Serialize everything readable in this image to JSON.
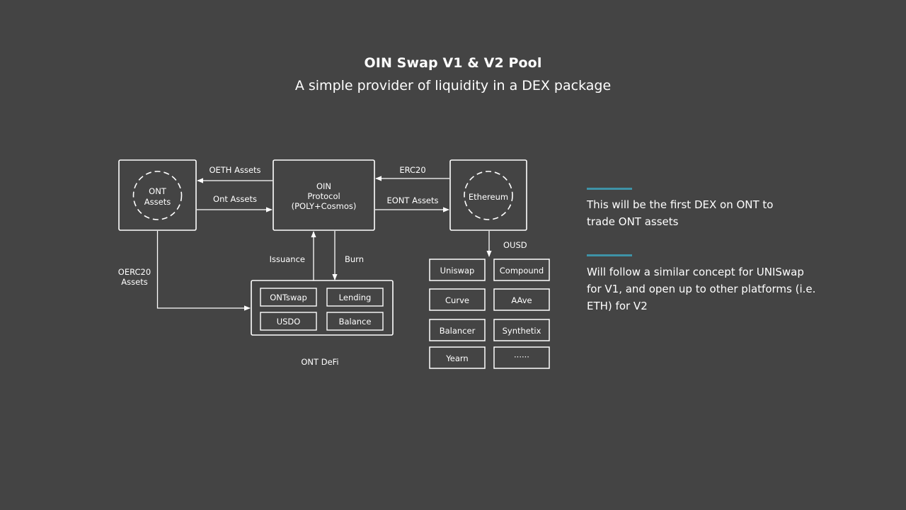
{
  "header": {
    "title": "OIN Swap V1 & V2 Pool",
    "subtitle": "A simple provider of liquidity in a DEX package"
  },
  "diagram": {
    "ont_assets": {
      "line1": "ONT",
      "line2": "Assets"
    },
    "oin_protocol": {
      "line1": "OIN",
      "line2": "Protocol",
      "line3": "(POLY+Cosmos)"
    },
    "ethereum": {
      "label": "Ethereum"
    },
    "edges": {
      "oeth_assets": "OETH Assets",
      "ont_assets": "Ont Assets",
      "erc20": "ERC20",
      "eont_assets": "EONT Assets",
      "issuance": "Issuance",
      "burn": "Burn",
      "ousd": "OUSD",
      "oerc20_line1": "OERC20",
      "oerc20_line2": "Assets"
    },
    "ont_defi": {
      "label": "ONT DeFi",
      "items": [
        "ONTswap",
        "Lending",
        "USDO",
        "Balance"
      ]
    },
    "eth_platforms": [
      "Uniswap",
      "Compound",
      "Curve",
      "AAve",
      "Balancer",
      "Synthetix",
      "Yearn",
      "······"
    ]
  },
  "notes": [
    {
      "line1": "This will be the first DEX on ONT to",
      "line2": "trade ONT assets"
    },
    {
      "line1": "Will follow a similar concept for UNISwap",
      "line2": "for V1, and open up to other platforms (i.e.",
      "line3": "ETH) for V2"
    }
  ],
  "colors": {
    "background": "#444444",
    "accent": "#3e93a7",
    "stroke": "#ffffff"
  }
}
